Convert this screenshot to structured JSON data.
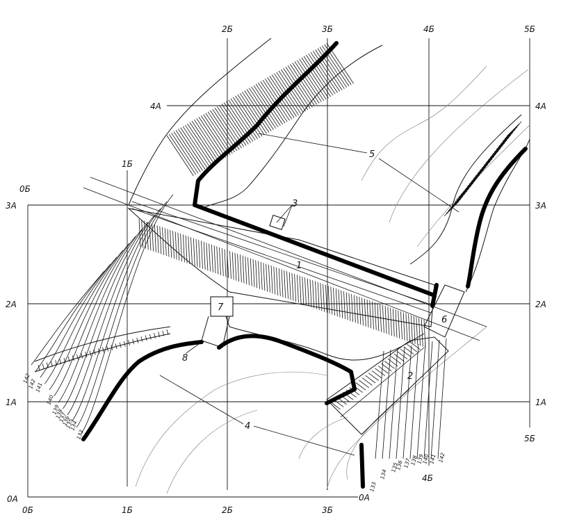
{
  "grid": {
    "vertical": [
      "1Б",
      "2Б",
      "3Б",
      "4Б",
      "5Б"
    ],
    "horizontal": [
      "1А",
      "2А",
      "3А",
      "4А"
    ],
    "corner_bottom_left": [
      "0А",
      "0Б"
    ],
    "corner_top_left": "0Б",
    "bottom_right_axis": "0А",
    "right_side_extra": "5Б",
    "bottom_inner": "4Б"
  },
  "callouts": [
    "1",
    "2",
    "3",
    "4",
    "5",
    "6",
    "7",
    "8"
  ],
  "contour_labels_left": [
    "142",
    "142",
    "141",
    "140",
    "139",
    "138",
    "137",
    "136",
    "135",
    "134",
    "133"
  ],
  "contour_labels_bottom": [
    "133",
    "134",
    "135",
    "136",
    "137",
    "138",
    "139",
    "140",
    "141",
    "142"
  ]
}
